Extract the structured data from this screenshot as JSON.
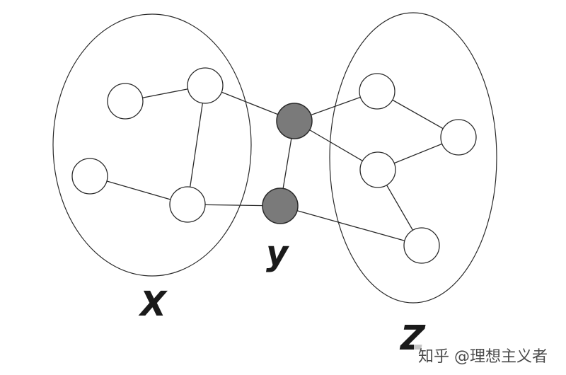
{
  "labels": {
    "x": "X",
    "y": "y",
    "z": "Z"
  },
  "watermark": "知乎 @理想主义者",
  "colors": {
    "line": "#2a2a2a",
    "separator_fill": "#7a7a7a",
    "node_fill": "#ffffff"
  }
}
